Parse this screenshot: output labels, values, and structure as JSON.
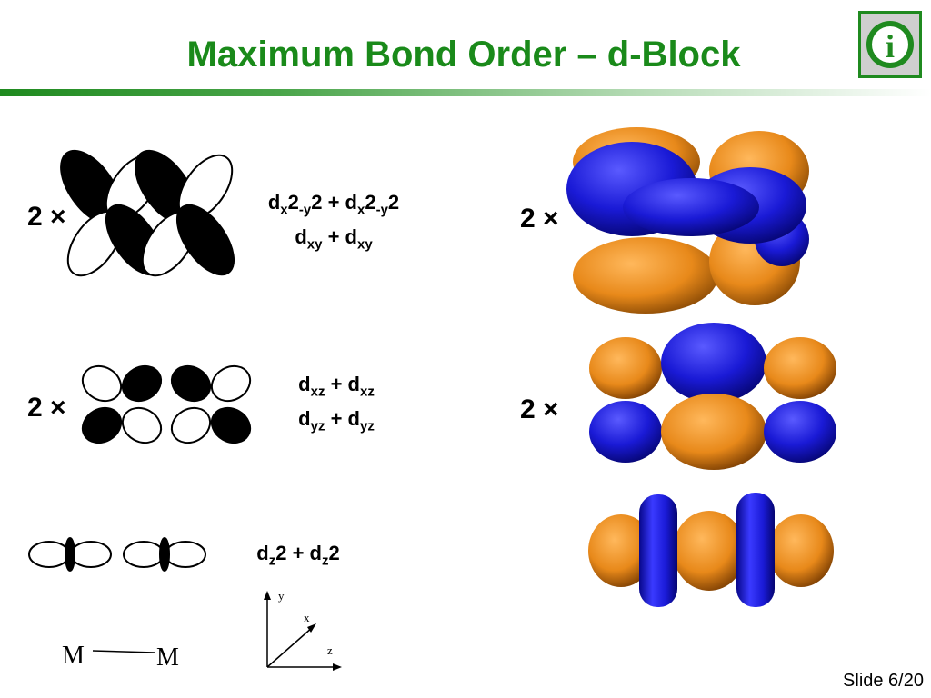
{
  "slide": {
    "title": "Maximum Bond Order – d-Block",
    "number_label": "Slide 6/20"
  },
  "info_icon": {
    "name": "info-icon",
    "glyph": "i"
  },
  "rows": [
    {
      "multiplier": "2 ×",
      "line1": {
        "d": "d",
        "sub": "x",
        "sup": "2",
        "sub2": "-y",
        "sup2": "2",
        "plus": " + ",
        "d_b": "d",
        "sub_b": "x",
        "sup_b": "2",
        "sub2_b": "-y",
        "sup2_b": "2"
      },
      "line2": {
        "d": "d",
        "sub": "xy",
        "plus": " + ",
        "d_b": "d",
        "sub_b": "xy"
      },
      "render_multiplier": "2 ×"
    },
    {
      "multiplier": "2 ×",
      "line1": {
        "d": "d",
        "sub": "xz",
        "plus": " + ",
        "d_b": "d",
        "sub_b": "xz"
      },
      "line2": {
        "d": "d",
        "sub": "yz",
        "plus": " + ",
        "d_b": "d",
        "sub_b": "yz"
      },
      "render_multiplier": "2 ×"
    },
    {
      "line1": {
        "d": "d",
        "sub": "z",
        "sup": "2",
        "plus": " + ",
        "d_b": "d",
        "sub_b": "z",
        "sup_b": "2"
      }
    }
  ],
  "axes": {
    "y": "y",
    "x": "x",
    "z": "z"
  },
  "bond": {
    "left": "M",
    "right": "M"
  },
  "colors": {
    "title": "#1a8a1a",
    "lobe_blue": "#1a1ad6",
    "lobe_orange": "#e8891a",
    "accent_green": "#1f8a1f"
  }
}
